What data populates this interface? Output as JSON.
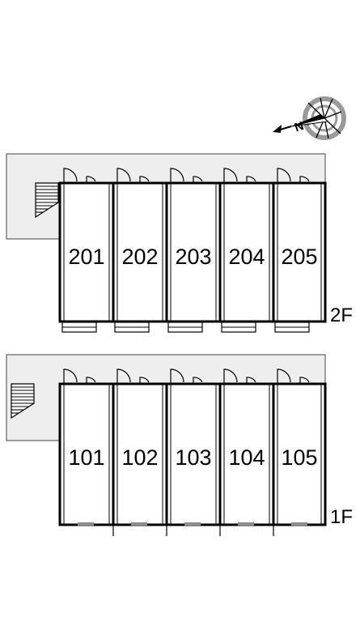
{
  "compass": {
    "north_label": "N",
    "icon": "compass-rose-icon"
  },
  "floors": [
    {
      "label": "2F",
      "units": [
        "201",
        "202",
        "203",
        "204",
        "205"
      ]
    },
    {
      "label": "1F",
      "units": [
        "101",
        "102",
        "103",
        "104",
        "105"
      ]
    }
  ],
  "colors": {
    "walkway": "#eeeeee",
    "outline": "#000000",
    "compass_ring": "#9a9a9a",
    "window_bar": "#8c8c8c",
    "background": "#ffffff"
  }
}
